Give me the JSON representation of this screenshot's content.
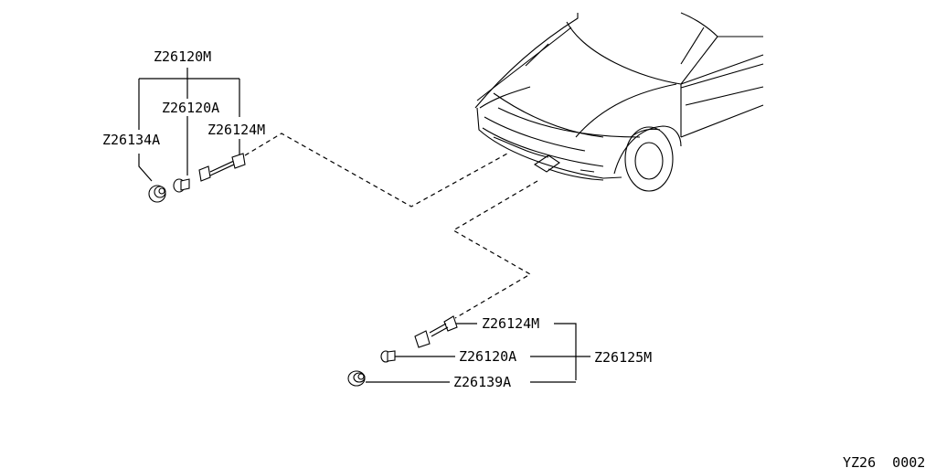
{
  "labels": {
    "assy_top": "Z26120M",
    "socket_top": "Z26120A",
    "harness_top": "Z26124M",
    "bulb_top": "Z26134A",
    "harness_bottom": "Z26124M",
    "socket_bottom": "Z26120A",
    "bulb_bottom": "Z26139A",
    "assy_bottom": "Z26125M"
  },
  "figure_code": "YZ26  0002",
  "icons": [
    "car-front-illustration",
    "bulb-icon",
    "socket-icon",
    "harness-connector-icon"
  ]
}
